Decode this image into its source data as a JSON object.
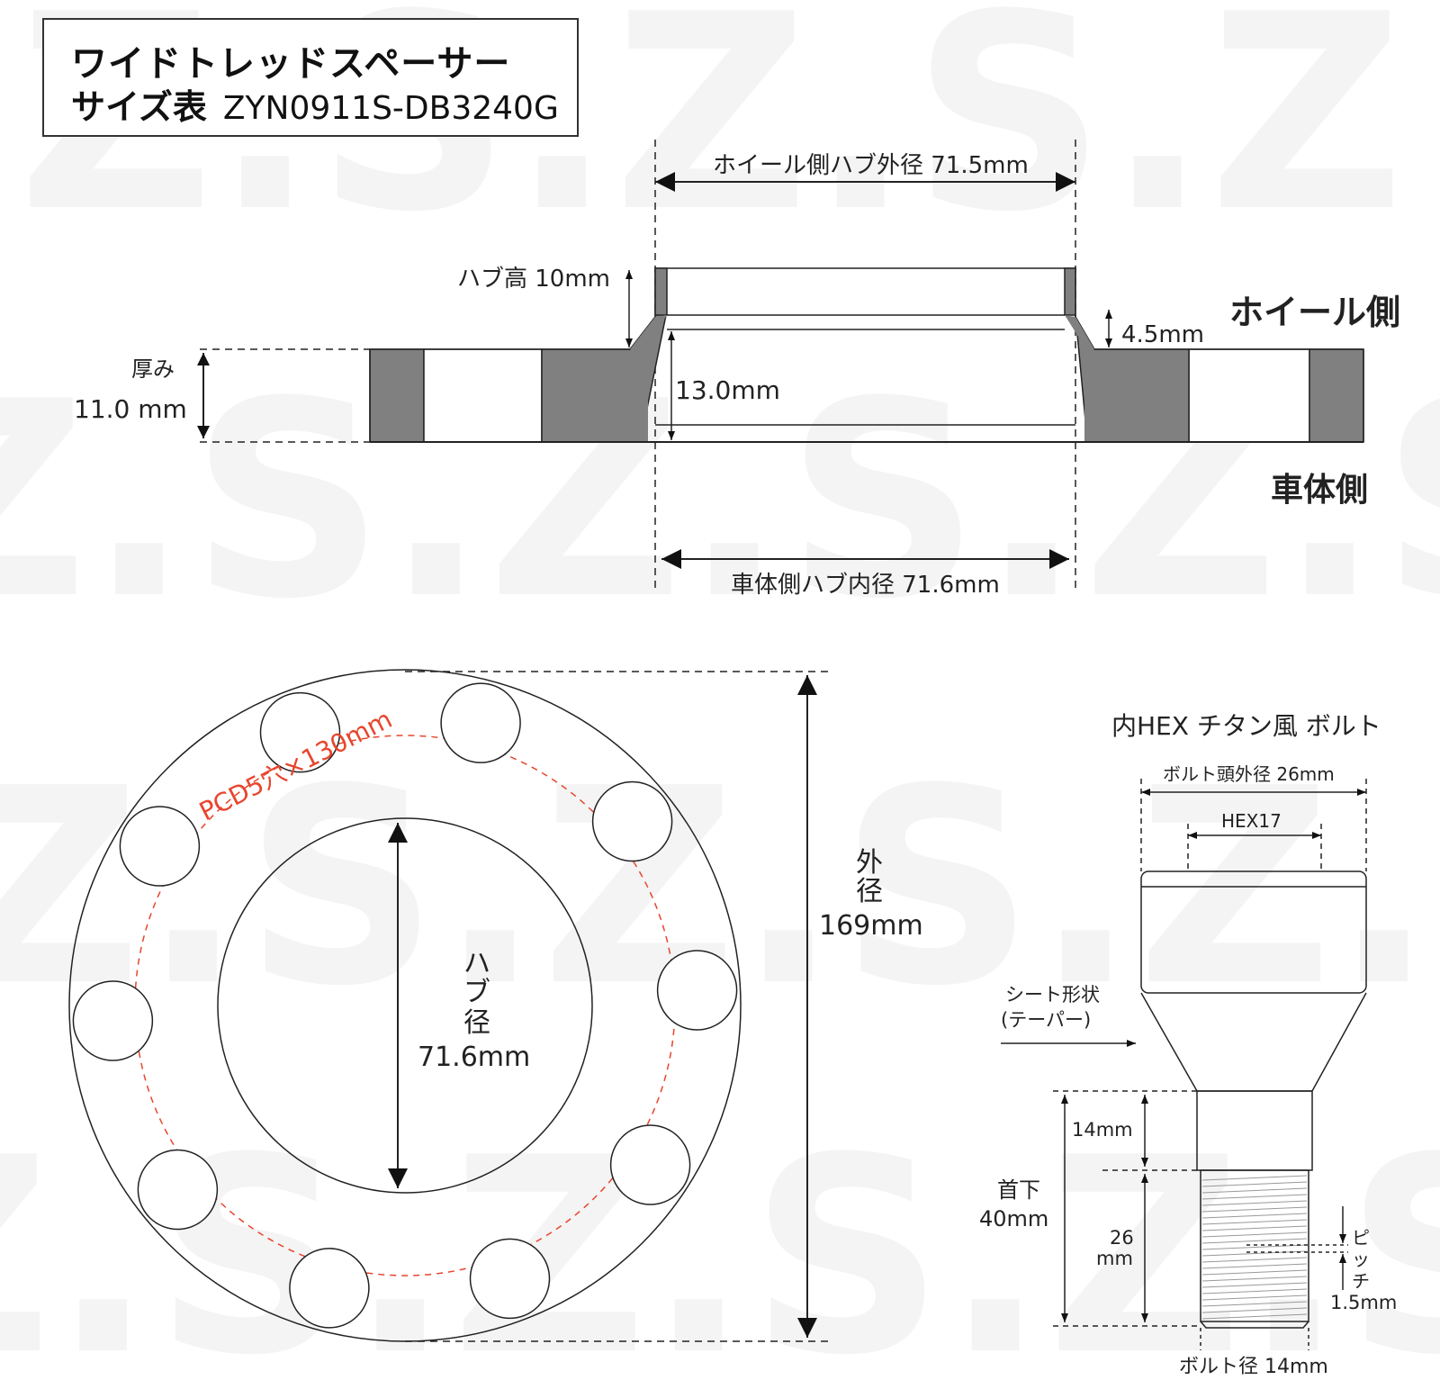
{
  "title": {
    "line1": "ワイドトレッドスペーサー",
    "line2_prefix": "サイズ表",
    "model": "ZYN0911S-DB3240G"
  },
  "side_view": {
    "wheel_hub_outer": "ホイール側ハブ外径 71.5mm",
    "hub_height": "ハブ高 10mm",
    "step": "4.5mm",
    "wheel_side": "ホイール側",
    "thickness_label": "厚み",
    "thickness_value": "11.0 mm",
    "inner_height": "13.0mm",
    "vehicle_side": "車体側",
    "vehicle_hub_inner": "車体側ハブ内径 71.6mm"
  },
  "front_view": {
    "pcd": "PCD5穴×130mm",
    "hub_label_chars": [
      "ハ",
      "ブ",
      "径"
    ],
    "hub_value": "71.6mm",
    "outer_label_chars": [
      "外",
      "径"
    ],
    "outer_value": "169mm"
  },
  "bolt": {
    "title": "内HEX チタン風 ボルト",
    "head_outer": "ボルト頭外径 26mm",
    "hex": "HEX17",
    "seat_line1": "シート形状",
    "seat_line2": "(テーパー)",
    "neck_len": "14mm",
    "under_head_label": "首下",
    "under_head_value": "40mm",
    "thread_len_1": "26",
    "thread_len_2": "mm",
    "pitch_chars": [
      "ピ",
      "ッ",
      "チ"
    ],
    "pitch_value": "1.5mm",
    "diameter": "ボルト径 14mm"
  },
  "colors": {
    "line": "#222222",
    "fill_gray": "#808080",
    "pcd_red": "#e8452c",
    "watermark": "#f1f1f1"
  }
}
